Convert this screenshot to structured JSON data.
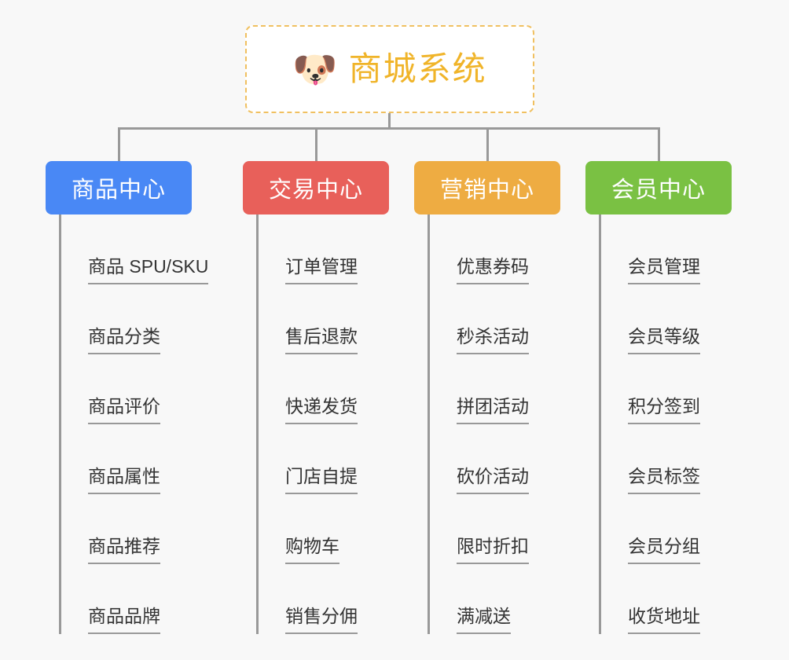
{
  "root": {
    "icon": "shiba-dog-emoji",
    "icon_glyph": "🐶",
    "title": "商城系统",
    "border_color": "#f0c060",
    "text_color": "#f0b429",
    "background": "#ffffff"
  },
  "canvas": {
    "background": "#f8f8f8",
    "connector_color": "#999999"
  },
  "columns": [
    {
      "category": "商品中心",
      "color": "#4988f5",
      "items": [
        "商品 SPU/SKU",
        "商品分类",
        "商品评价",
        "商品属性",
        "商品推荐",
        "商品品牌"
      ]
    },
    {
      "category": "交易中心",
      "color": "#e8605a",
      "items": [
        "订单管理",
        "售后退款",
        "快递发货",
        "门店自提",
        "购物车",
        "销售分佣"
      ]
    },
    {
      "category": "营销中心",
      "color": "#eeac42",
      "items": [
        "优惠券码",
        "秒杀活动",
        "拼团活动",
        "砍价活动",
        "限时折扣",
        "满减送"
      ]
    },
    {
      "category": "会员中心",
      "color": "#7ac143",
      "items": [
        "会员管理",
        "会员等级",
        "积分签到",
        "会员标签",
        "会员分组",
        "收货地址"
      ]
    }
  ]
}
